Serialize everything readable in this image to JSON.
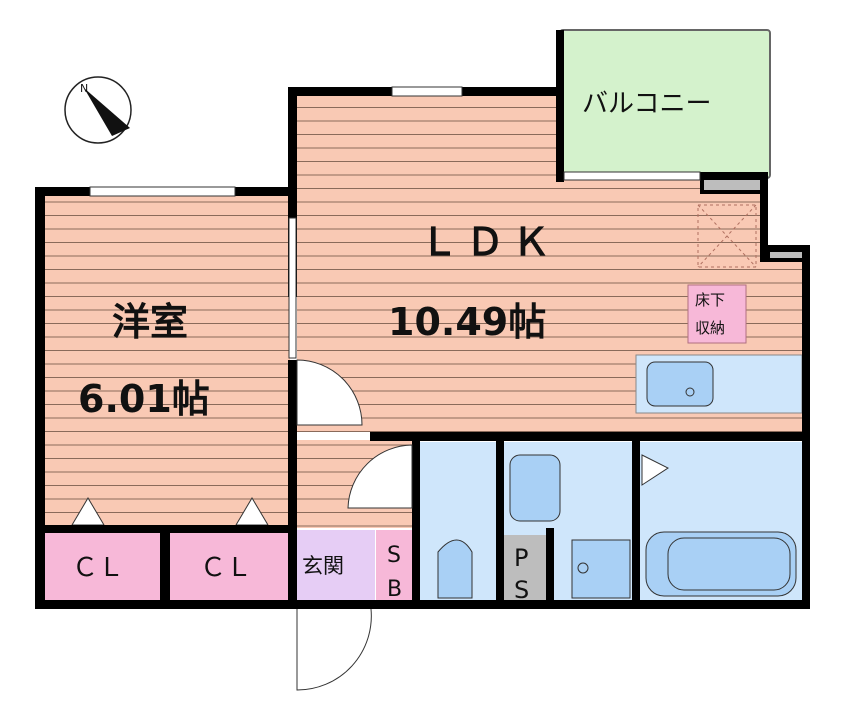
{
  "rooms": {
    "western": {
      "name": "洋室",
      "size": "6.01帖"
    },
    "ldk": {
      "name": "ＬＤＫ",
      "size": "10.49帖"
    },
    "balcony": {
      "name": "バルコニー"
    },
    "underfloor_storage": {
      "line1": "床下",
      "line2": "収納"
    },
    "closet1": {
      "name": "ＣＬ"
    },
    "closet2": {
      "name": "ＣＬ"
    },
    "entrance": {
      "name": "玄関"
    },
    "shoe_box": {
      "line1": "S",
      "line2": "B"
    },
    "pipe_space": {
      "line1": "P",
      "line2": "S"
    }
  },
  "compass": {
    "label": "N",
    "icon": "north-arrow-icon"
  },
  "colors": {
    "floor": "#f9c9b4",
    "floor_lines": "#8a6a5a",
    "balcony": "#d4f2cc",
    "wet_area": "#cfe6fb",
    "closet": "#f7b8d8",
    "entrance": "#e6cdf5",
    "pipe_space": "#bdbdbd",
    "wall": "#000000"
  }
}
